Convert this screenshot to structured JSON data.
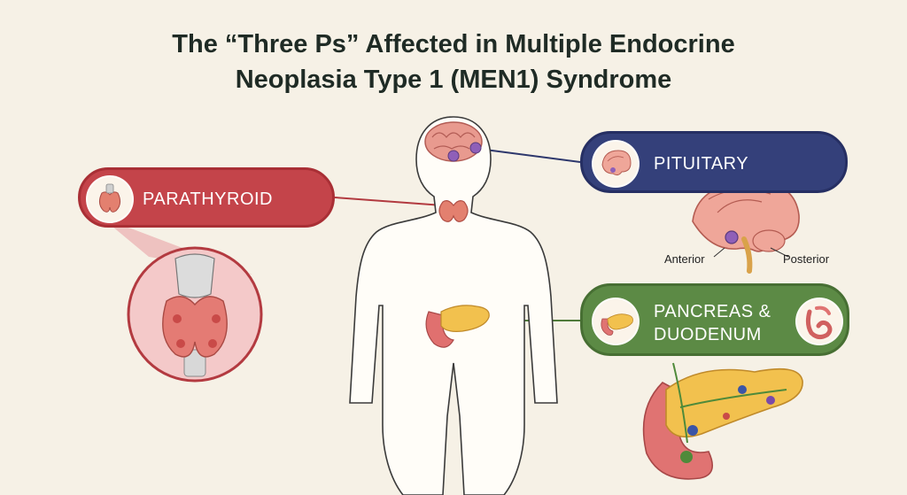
{
  "title": {
    "line1": "The “Three Ps” Affected in Multiple Endocrine",
    "line2": "Neoplasia Type 1 (MEN1) Syndrome"
  },
  "labels": {
    "parathyroid": "PARATHYROID",
    "pituitary": "PITUITARY",
    "pancreas_line1": "PANCREAS &",
    "pancreas_line2": "DUODENUM"
  },
  "pituitary_detail": {
    "anterior": "Anterior",
    "posterior": "Posterior"
  },
  "colors": {
    "parathyroid": "#c4444a",
    "pituitary": "#34407a",
    "pancreas": "#5c8a45",
    "background": "#f6f1e6"
  },
  "icons": [
    "parathyroid-icon",
    "brain-icon",
    "pancreas-icon",
    "duodenum-icon",
    "thyroid-closeup",
    "brain-sagittal",
    "pancreas-closeup",
    "body-silhouette"
  ]
}
